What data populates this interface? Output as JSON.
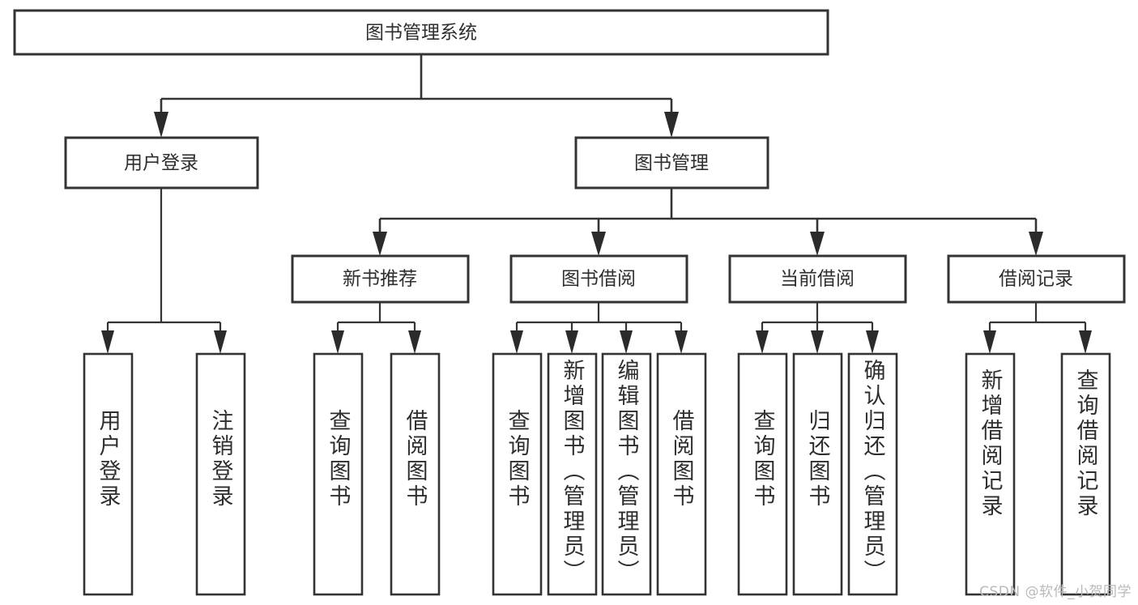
{
  "diagram": {
    "title": "图书管理系统",
    "type": "tree-hierarchy",
    "orientation": "top-down",
    "colors": {
      "box_stroke": "#333333",
      "box_fill": "#ffffff",
      "text": "#2e2e2e",
      "connector": "#333333",
      "watermark": "#b9b9b9",
      "background": "#ffffff"
    },
    "root": {
      "label": "图书管理系统"
    },
    "level2": [
      {
        "id": "user-login",
        "label": "用户登录"
      },
      {
        "id": "book-manage",
        "label": "图书管理"
      }
    ],
    "level3": [
      {
        "id": "new-book-recommend",
        "label": "新书推荐"
      },
      {
        "id": "book-borrow",
        "label": "图书借阅"
      },
      {
        "id": "current-borrow",
        "label": "当前借阅"
      },
      {
        "id": "borrow-record",
        "label": "借阅记录"
      }
    ],
    "leaves": {
      "user_login": [
        {
          "id": "leaf-user-login",
          "label": "用户登录"
        },
        {
          "id": "leaf-logout-login",
          "label": "注销登录"
        }
      ],
      "new_book_recommend": [
        {
          "id": "leaf-query-book-1",
          "label": "查询图书"
        },
        {
          "id": "leaf-borrow-book-1",
          "label": "借阅图书"
        }
      ],
      "book_borrow": [
        {
          "id": "leaf-query-book-2",
          "label": "查询图书"
        },
        {
          "id": "leaf-add-book",
          "label": "新增图书（管理员）"
        },
        {
          "id": "leaf-edit-book",
          "label": "编辑图书（管理员）"
        },
        {
          "id": "leaf-borrow-book-2",
          "label": "借阅图书"
        }
      ],
      "current_borrow": [
        {
          "id": "leaf-query-book-3",
          "label": "查询图书"
        },
        {
          "id": "leaf-return-book",
          "label": "归还图书"
        },
        {
          "id": "leaf-confirm-return",
          "label": "确认归还（管理员）"
        }
      ],
      "borrow_record": [
        {
          "id": "leaf-add-record",
          "label": "新增借阅记录"
        },
        {
          "id": "leaf-query-record",
          "label": "查询借阅记录"
        }
      ]
    }
  },
  "watermark": {
    "text": "CSDN @软件_小贺同学"
  }
}
